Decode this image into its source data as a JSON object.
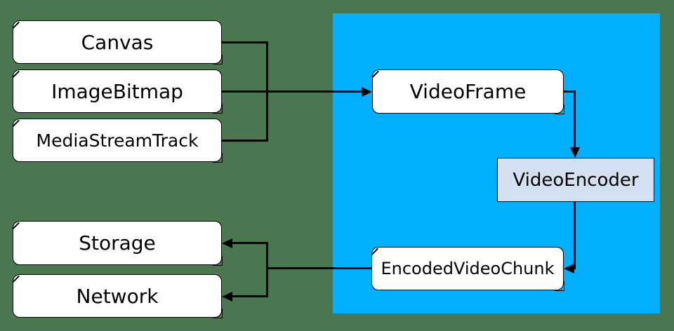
{
  "nodes": {
    "canvas": {
      "label": "Canvas"
    },
    "image_bitmap": {
      "label": "ImageBitmap"
    },
    "media_stream_track": {
      "label": "MediaStreamTrack"
    },
    "video_frame": {
      "label": "VideoFrame"
    },
    "video_encoder": {
      "label": "VideoEncoder"
    },
    "encoded_video_chunk": {
      "label": "EncodedVideoChunk"
    },
    "storage": {
      "label": "Storage"
    },
    "network": {
      "label": "Network"
    }
  },
  "colors": {
    "background": "#4a7650",
    "webcodecs_region": "#00b0ff",
    "encoder_fill": "#d3e0f1",
    "node_fill": "#ffffff",
    "line": "#000000"
  }
}
